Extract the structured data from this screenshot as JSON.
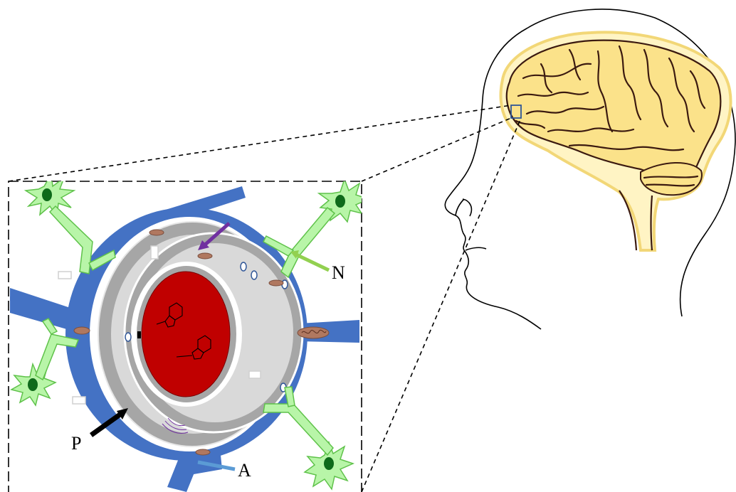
{
  "labels": {
    "neuron": "N",
    "pericyte": "P",
    "astrocyte": "A"
  },
  "colors": {
    "neuron_fill": "#b8f5a8",
    "neuron_stroke": "#5fc24a",
    "neuron_nucleus": "#0e6a1a",
    "vessel": "#4472c4",
    "membrane": "#a6a6a6",
    "lumen_inner": "#d9d9d9",
    "blood": "#c00000",
    "brain_fill": "#fbe8a0",
    "brain_glow": "#fff7cf",
    "brain_lines": "#3b1a10",
    "neuron_arrow": "#92d050",
    "pericyte_arrow": "#000000",
    "astrocyte_arrow": "#5b9bd5",
    "purple_arrow": "#7030a0",
    "mitochondria": "#b07860"
  },
  "icons": [
    "head-outline",
    "brain",
    "neuron-cell",
    "blood-vessel",
    "tryptamine-molecule",
    "mitochondrion"
  ]
}
